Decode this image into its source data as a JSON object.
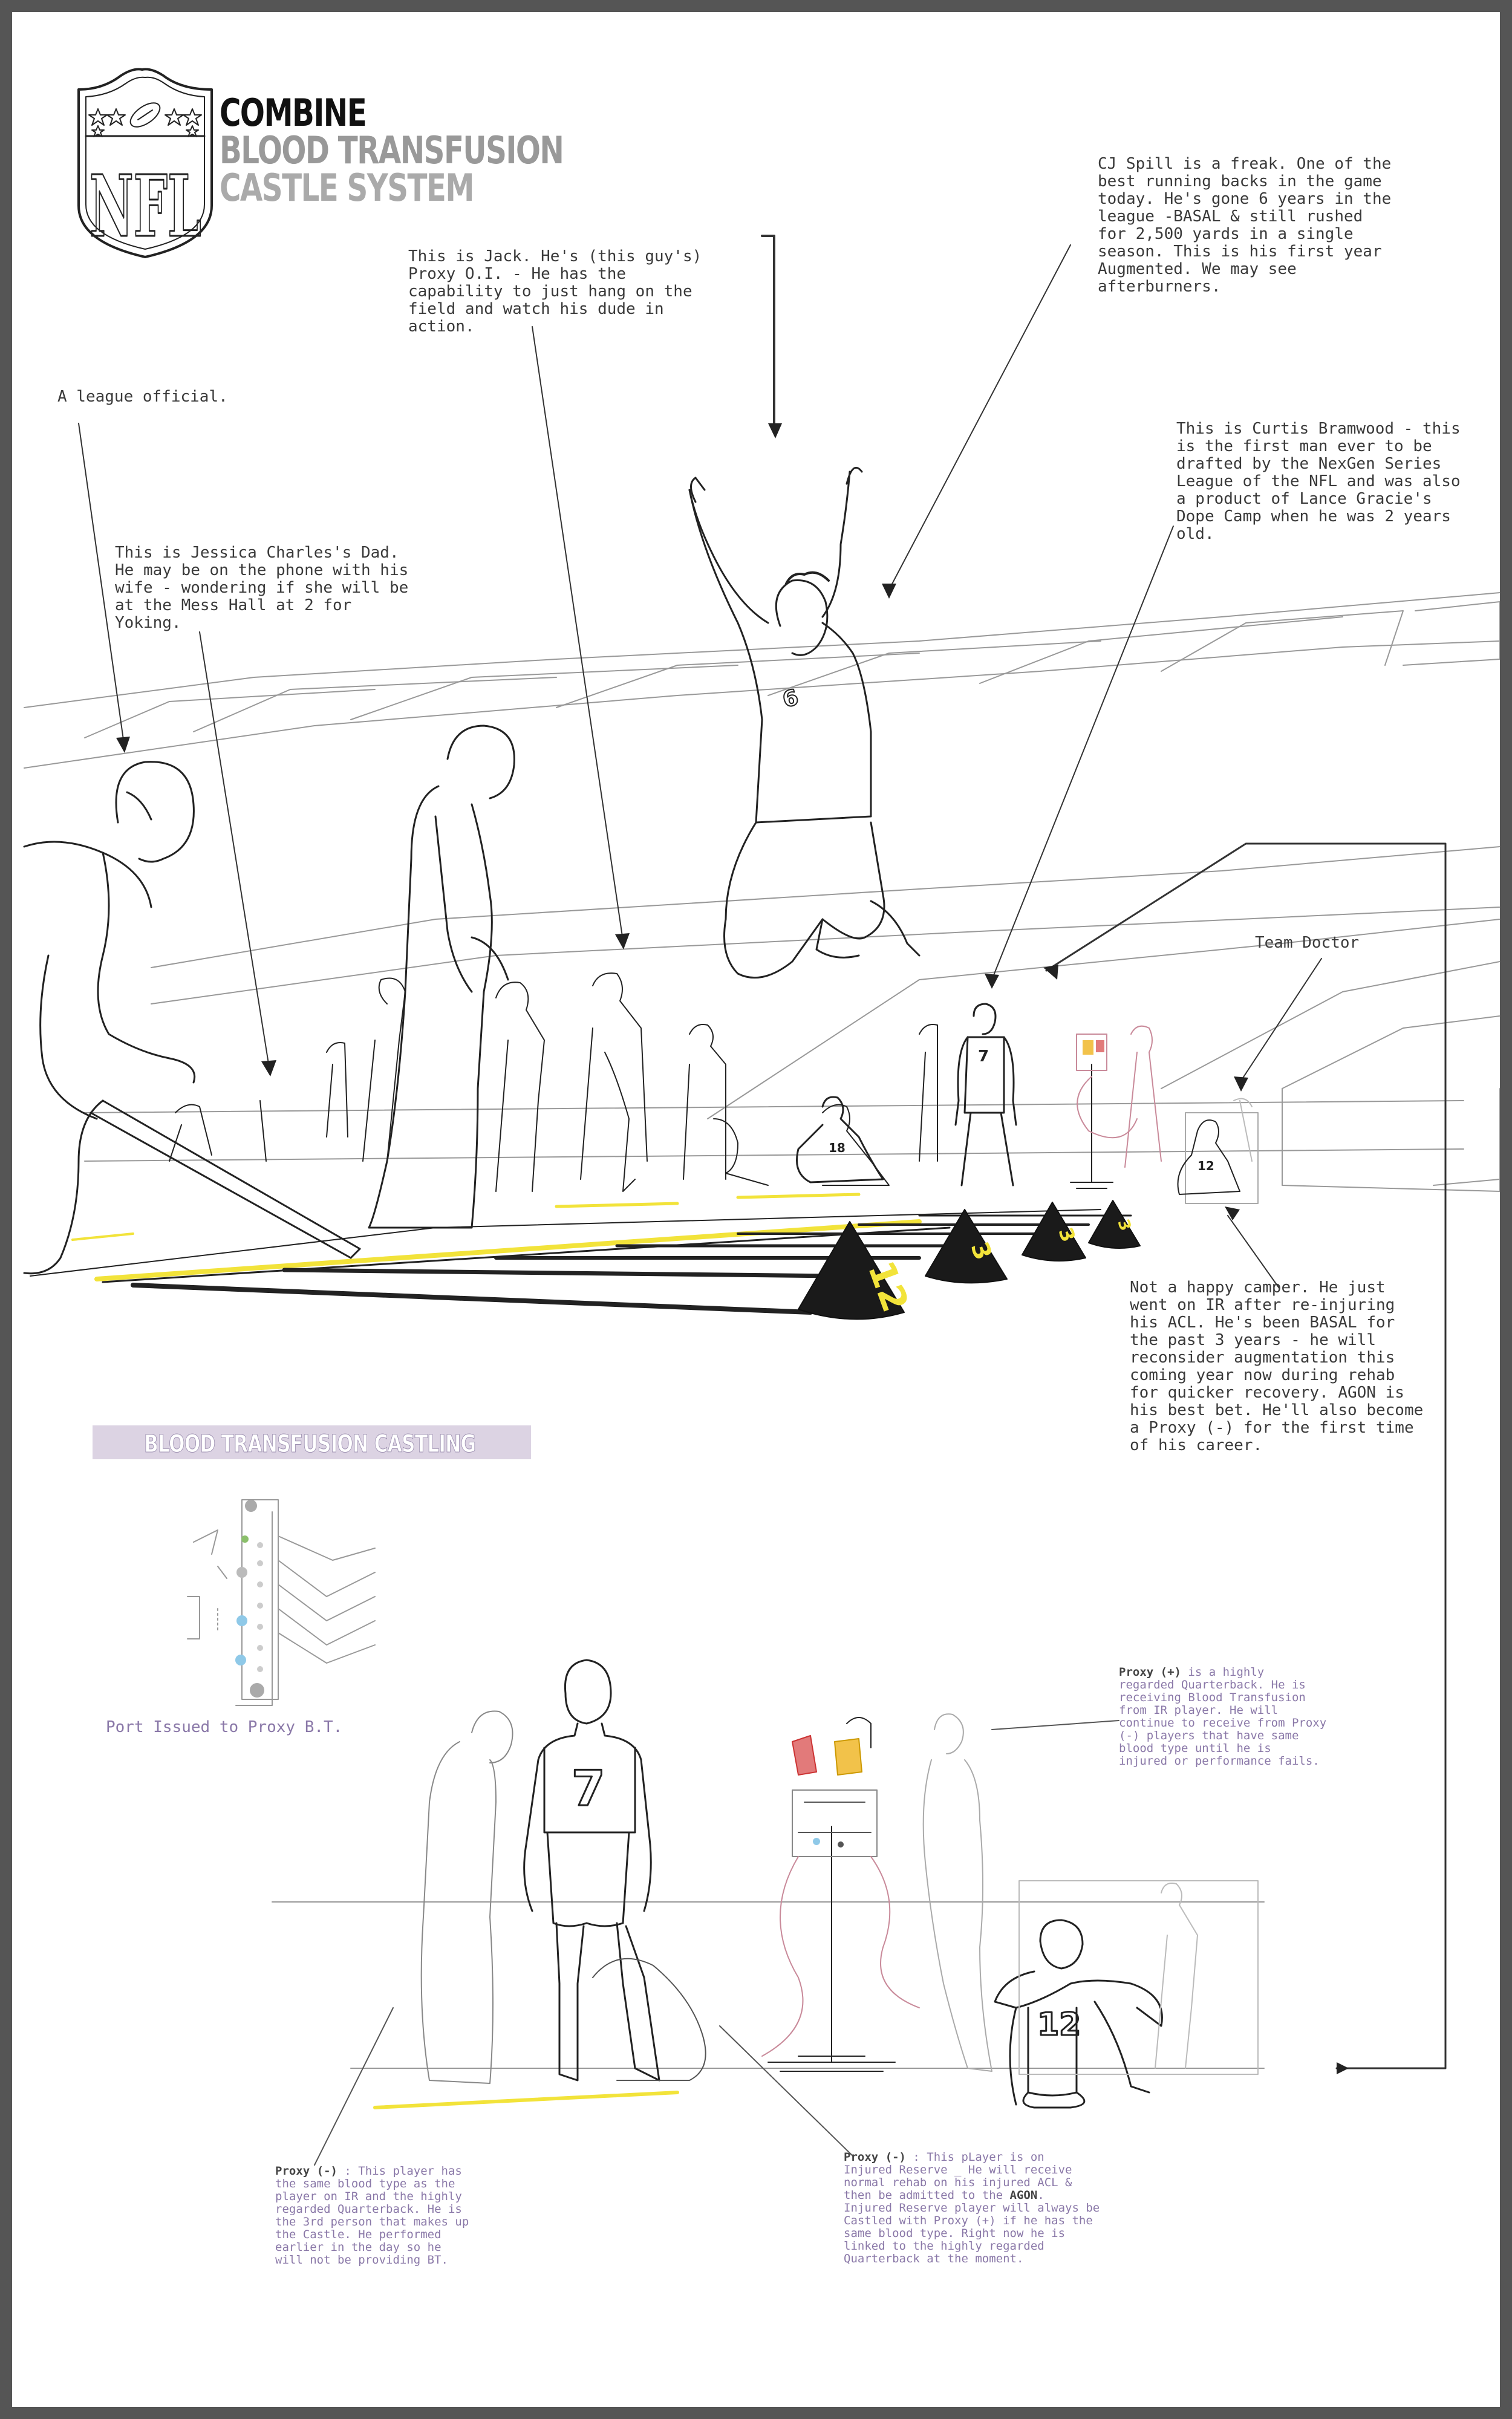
{
  "header": {
    "title_line1": "COMBINE",
    "title_line2": "BLOOD TRANSFUSION",
    "title_line3": "CASTLE SYSTEM",
    "logo_text": "NFL"
  },
  "annotations": {
    "jack": "This is Jack. He's (this guy's)\nProxy O.I. - He has the\ncapability to just hang on the\nfield and watch his dude in\naction.",
    "cj_spill": "CJ Spill is a freak. One of the\nbest running backs in the game\ntoday. He's gone 6 years in the\nleague -BASAL & still rushed\nfor 2,500 yards in a single\nseason. This is his first year\nAugmented. We may see\nafterburners.",
    "league_official": "A league official.",
    "curtis": "This is Curtis Bramwood - this\nis the first man ever to be\ndrafted by the NexGen Series\nLeague of the NFL and was also\na product of Lance Gracie's\nDope Camp when he was 2 years\nold.",
    "jessica_dad": "This is Jessica Charles's Dad.\nHe may be on the phone with his\nwife - wondering if she will be\nat the Mess Hall at 2 for\nYoking.",
    "team_doctor": "Team Doctor",
    "unhappy_camper": "Not a happy camper. He just\nwent on IR after re-injuring\nhis ACL. He's been BASAL for\nthe past 3 years - he will\nreconsider augmentation this\ncoming year now during rehab\nfor quicker recovery. AGON is\nhis best bet. He'll also become\na Proxy (-) for the first time\nof his career."
  },
  "section": {
    "banner": "BLOOD TRANSFUSION CASTLING",
    "port_label": "Port Issued to Proxy B.T."
  },
  "proxy_notes": {
    "plus_label": "Proxy (+)",
    "plus_text": " is a highly\nregarded Quarterback. He is\nreceiving Blood Transfusion\nfrom IR player. He will\ncontinue to receive from Proxy\n(-) players that have same\nblood type until he is\ninjured or performance fails.",
    "minus1_label": "Proxy (-)",
    "minus1_text": " : This player has\nthe same blood type as the\nplayer on IR and the highly\nregarded Quarterback. He is\nthe 3rd person that makes up\nthe Castle. He performed\nearlier in the day so he\nwill not be providing BT.",
    "minus2_label": "Proxy (-)",
    "minus2_text": " : This pLayer is on\nInjured Reserve _ He will receive\nnormal rehab on his injured ACL &\nthen be admitted to the ",
    "minus2_bold": "AGON",
    "minus2_text2": ".\nInjured Reserve player will always be\nCastled with Proxy (+) if he has the\nsame blood type. Right now he is\nlinked to the highly regarded\nQuarterback at the moment."
  },
  "jersey_numbers": {
    "jumper": "6",
    "curtis": "7",
    "seated_center": "18",
    "doctor_patient": "12",
    "cone_1": "12",
    "cone_2": "3",
    "cone_3": "3",
    "cone_4": "3",
    "qb_large": "7",
    "seated_large": "12"
  },
  "colors": {
    "ink": "#222222",
    "accent_yellow": "#f2e33a",
    "accent_purple": "#dcd3e3",
    "accent_pink": "#c98a9a",
    "port_blue": "#8fc9e8",
    "port_green": "#8bbf6b"
  }
}
